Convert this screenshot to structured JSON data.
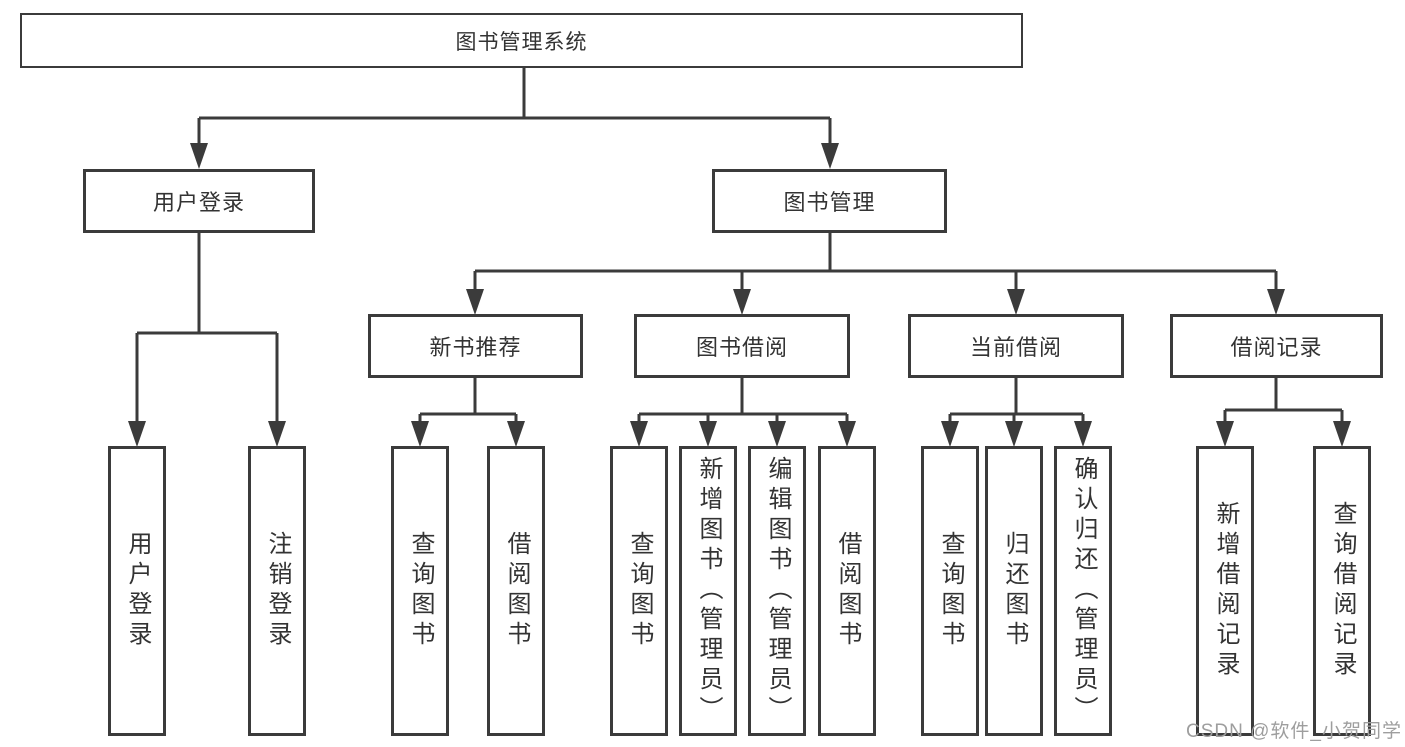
{
  "diagram_type": "hierarchy-tree",
  "colors": {
    "line": "#3b3b3b",
    "box_border": "#3b3b3b",
    "text": "#333333",
    "background": "#ffffff",
    "watermark": "#9e9e9e"
  },
  "tree": {
    "root": {
      "label": "图书管理系统",
      "children": [
        {
          "label": "用户登录",
          "children": [
            {
              "label": "用户登录"
            },
            {
              "label": "注销登录"
            }
          ]
        },
        {
          "label": "图书管理",
          "children": [
            {
              "label": "新书推荐",
              "children": [
                {
                  "label": "查询图书"
                },
                {
                  "label": "借阅图书"
                }
              ]
            },
            {
              "label": "图书借阅",
              "children": [
                {
                  "label": "查询图书"
                },
                {
                  "label": "新增图书（管理员）"
                },
                {
                  "label": "编辑图书（管理员）"
                },
                {
                  "label": "借阅图书"
                }
              ]
            },
            {
              "label": "当前借阅",
              "children": [
                {
                  "label": "查询图书"
                },
                {
                  "label": "归还图书"
                },
                {
                  "label": "确认归还（管理员）"
                }
              ]
            },
            {
              "label": "借阅记录",
              "children": [
                {
                  "label": "新增借阅记录"
                },
                {
                  "label": "查询借阅记录"
                }
              ]
            }
          ]
        }
      ]
    }
  },
  "watermark": {
    "text": "CSDN @软件_小贺同学"
  }
}
